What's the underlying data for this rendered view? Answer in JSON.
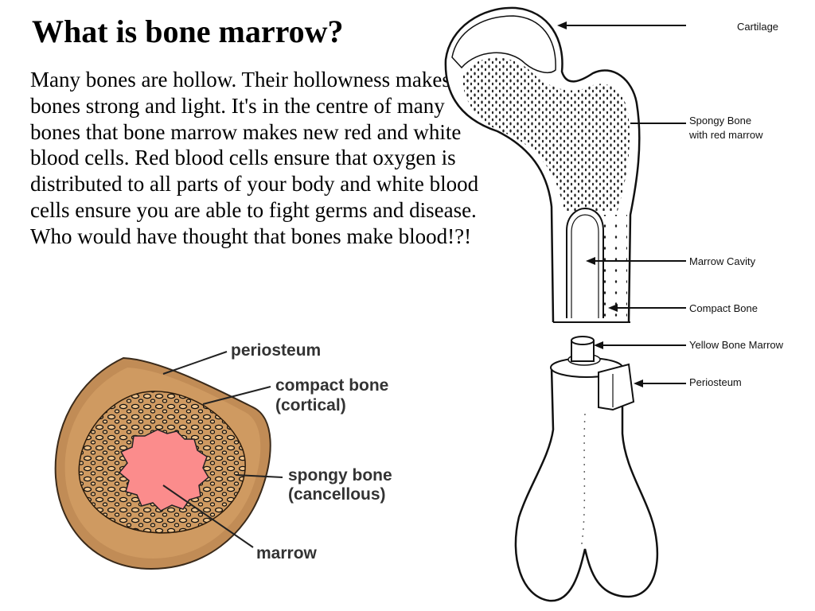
{
  "slide": {
    "title": "What is bone marrow?",
    "body": "Many bones are hollow. Their hollowness makes bones strong and light. It's in the centre of many bones that bone marrow makes new red and white blood cells. Red blood cells ensure that oxygen is distributed to all parts of your body and white blood cells ensure you are able to fight germs and disease. Who would have thought that bones make blood!?!"
  },
  "cross_section": {
    "labels": {
      "periosteum": "periosteum",
      "compact_bone": "compact bone",
      "compact_bone_sub": "(cortical)",
      "spongy_bone": "spongy bone",
      "spongy_bone_sub": "(cancellous)",
      "marrow": "marrow"
    },
    "colors": {
      "compact": "#cf9a61",
      "marrow": "#fb8c8c",
      "outline": "#333333"
    }
  },
  "femur": {
    "labels": {
      "cartilage": "Cartilage",
      "spongy_bone": "Spongy Bone",
      "spongy_bone_sub": "with red marrow",
      "marrow_cavity": "Marrow Cavity",
      "compact_bone": "Compact  Bone",
      "yellow_marrow": "Yellow Bone Marrow",
      "periosteum": "Periosteum"
    }
  }
}
